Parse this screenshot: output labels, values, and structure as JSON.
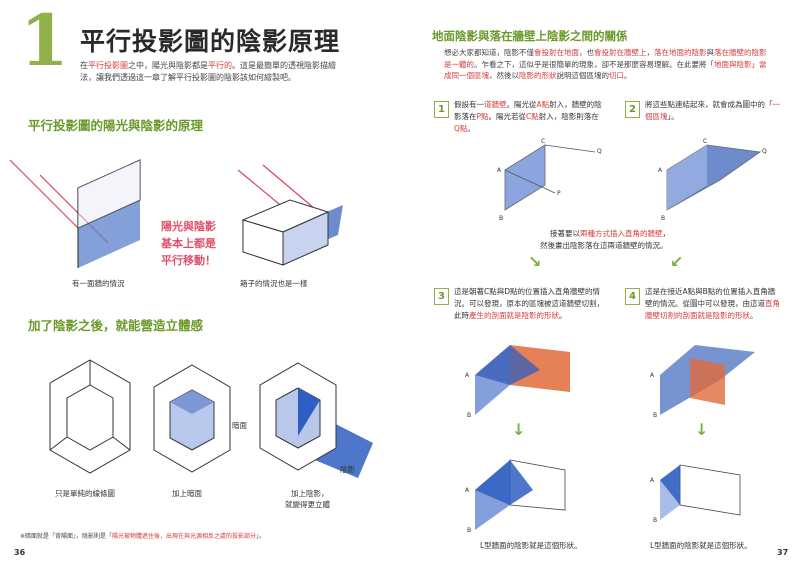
{
  "left": {
    "chapter_number": "1",
    "title": "平行投影圖的陰影原理",
    "intro": {
      "p1": "在",
      "p2": "平行投影圖",
      "p3": "之中，陽光與陰影都是",
      "p4": "平行的",
      "p5": "。這是最簡單的透視陰影描繪法，讓我們透過這一章了解平行投影圖的陰影該如何繪製吧。"
    },
    "section1_heading": "平行投影圖的陽光與陰影的原理",
    "fig1_caption": "有一面牆的情況",
    "fig2_caption": "箱子的情況也是一樣",
    "callout_lines": [
      "陽光與陰影",
      "基本上都是",
      "平行移動！"
    ],
    "section2_heading": "加了陰影之後，就能營造立體感",
    "fig3_caption": "只是單純的線條圖",
    "fig4_caption": "加上暗面",
    "fig5_caption_l1": "加上陰影，",
    "fig5_caption_l2": "就變得更立體",
    "label_dark_side": "暗面",
    "label_shadow": "陰影",
    "footnote_prefix": "※暗面就是「背陽面」，陰影則是「",
    "footnote_red": "陽光被物體遮住後，出現在與光源相反之處的投影部分",
    "footnote_suffix": "」。",
    "page_number": "36"
  },
  "right": {
    "heading": "地面陰影與落在牆壁上陰影之間的關係",
    "intro_a": "想必大家都知道，陰影不僅",
    "intro_b": "會投射在地面",
    "intro_c": "，也",
    "intro_d": "會投射在牆壁上",
    "intro_e": "，",
    "intro_f": "落在地面的陰影",
    "intro_g": "與",
    "intro_h": "落在牆壁的陰影是一體的",
    "intro_i": "。乍看之下，這似乎是很簡單的現象，卻不是那麼容易理解。在此要將「",
    "intro_j": "地面與陰影」當成同一個區塊",
    "intro_k": "，然後以",
    "intro_l": "陰影的形狀",
    "intro_m": "說明這個區塊的",
    "intro_n": "切口",
    "intro_o": "。",
    "steps": [
      {
        "num": "1",
        "t1": "假設有一",
        "t2": "道牆壁",
        "t3": "。陽光從",
        "t4": "A點",
        "t5": "射入，牆壁的陰影落在",
        "t6": "P點",
        "t7": "。陽光若從",
        "t8": "C點",
        "t9": "射入，陰影則落在",
        "t10": "Q點",
        "t11": "。"
      },
      {
        "num": "2",
        "t1": "將這些點連結起來，就會成為圖中的「",
        "t2": "一個區塊",
        "t3": "」。"
      },
      {
        "num": "3",
        "t1": "這是朝著C點與D點的位置插入直角牆壁的情況。可以發現，原本的區塊被這道牆壁切割，此時",
        "t2": "產生的剖面就是陰影的形狀",
        "t3": "。"
      },
      {
        "num": "4",
        "t1": "這是在接近A點與B點的位置插入直角牆壁的情況。從圖中可以發現，由這道",
        "t2": "直角牆壁切割的剖面就是陰影的形狀",
        "t3": "。"
      }
    ],
    "mid_line1_a": "接著要以",
    "mid_line1_b": "兩種方式插入直角的牆壁",
    "mid_line1_c": "，",
    "mid_line2": "然後畫出陰影落在這兩道牆壁的情況。",
    "bottom_caption_left": "L型牆面的陰影就是這個形狀。",
    "bottom_caption_right": "L型牆面的陰影就是這個形狀。",
    "fig_labels": {
      "A": "A",
      "B": "B",
      "C": "C",
      "P": "P",
      "Q": "Q"
    },
    "page_number": "37"
  },
  "colors": {
    "accent_green": "#8fb04a",
    "heading_green": "#6a9a2a",
    "highlight_red": "#d63a3a",
    "callout_pink": "#e0506b",
    "shadow_blue": "#4a6fc0",
    "wall_orange": "#e06a3a"
  }
}
